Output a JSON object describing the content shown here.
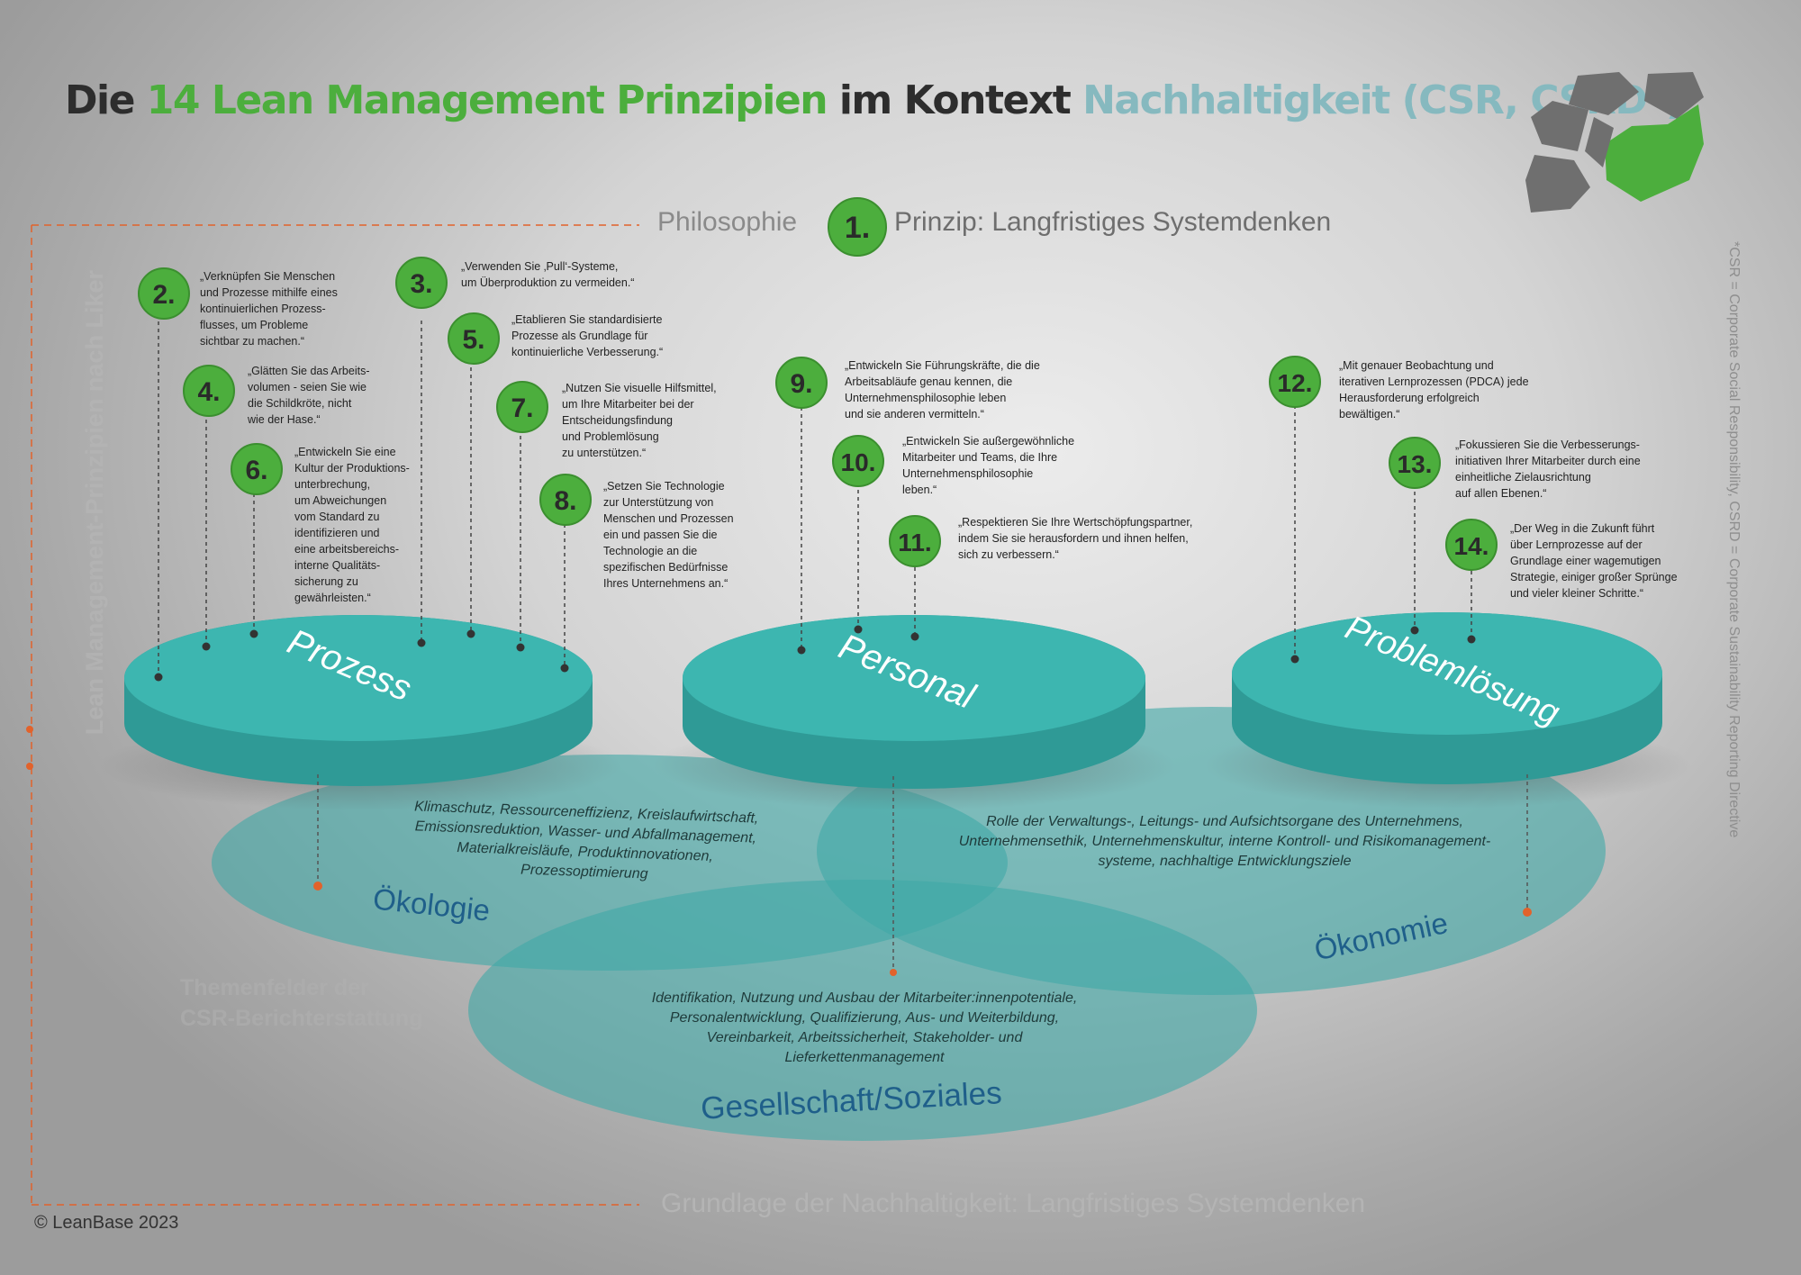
{
  "title": {
    "part1": "Die ",
    "part2": "14 Lean Management Prinzipien",
    "part3": " im Kontext ",
    "part4": "Nachhaltigkeit (CSR, CSRD*)"
  },
  "philosophy_label": "Philosophie",
  "principle1": {
    "number": "1.",
    "text": "Prinzip: Langfristiges Systemdenken"
  },
  "foundation_label": "Grundlage der Nachhaltigkeit: Langfristiges Systemdenken",
  "copyright": "© LeanBase 2023",
  "footnote": "*CSR = Corporate Social Responsibility, CSRD = Corporate Sustainability Reporting Directive",
  "side_label": "Lean Management-Prinzipien nach Liker",
  "theme_label": "Themenfelder der\nCSR-Berichterstattung",
  "platforms": [
    {
      "label": "Prozess"
    },
    {
      "label": "Personal"
    },
    {
      "label": "Problemlösung"
    }
  ],
  "themes": [
    {
      "label": "Ökologie",
      "text": "Klimaschutz, Ressourceneffizienz, Kreislaufwirtschaft,\nEmissionsreduktion, Wasser- und Abfallmanagement,\nMaterialkreisläufe, Produktinnovationen,\nProzessoptimierung"
    },
    {
      "label": "Gesellschaft/Soziales",
      "text": "Identifikation, Nutzung und Ausbau der Mitarbeiter:innenpotentiale,\nPersonalentwicklung, Qualifizierung, Aus- und Weiterbildung,\nVereinbarkeit, Arbeitssicherheit, Stakeholder- und\nLieferkettenmanagement"
    },
    {
      "label": "Ökonomie",
      "text": "Rolle der Verwaltungs-, Leitungs- und Aufsichtsorgane des Unternehmens,\nUnternehmensethik, Unternehmenskultur, interne Kontroll- und Risikomanagement-\nsysteme, nachhaltige Entwicklungsziele"
    }
  ],
  "principles": [
    {
      "number": "2.",
      "text": "„Verknüpfen Sie Menschen\nund Prozesse mithilfe eines\nkontinuierlichen Prozess-\nflusses, um Probleme\nsichtbar zu machen.“"
    },
    {
      "number": "3.",
      "text": "„Verwenden Sie ‚Pull‘-Systeme,\num Überproduktion zu vermeiden.“"
    },
    {
      "number": "4.",
      "text": "„Glätten Sie das Arbeits-\nvolumen - seien Sie wie\ndie Schildkröte, nicht\nwie der Hase.“"
    },
    {
      "number": "5.",
      "text": "„Etablieren Sie standardisierte\nProzesse als Grundlage für\nkontinuierliche Verbesserung.“"
    },
    {
      "number": "6.",
      "text": "„Entwickeln Sie eine\nKultur der Produktions-\nunterbrechung,\num Abweichungen\nvom Standard zu\nidentifizieren und\neine arbeitsbereichs-\ninterne Qualitäts-\nsicherung zu\ngewährleisten.“"
    },
    {
      "number": "7.",
      "text": "„Nutzen Sie visuelle Hilfsmittel,\num Ihre Mitarbeiter bei der\nEntscheidungsfindung\nund Problemlösung\nzu unterstützen.“"
    },
    {
      "number": "8.",
      "text": "„Setzen Sie Technologie\nzur Unterstützung von\nMenschen und Prozessen\nein und passen Sie die\nTechnologie an die\nspezifischen Bedürfnisse\nIhres Unternehmens an.“"
    },
    {
      "number": "9.",
      "text": "„Entwickeln Sie Führungskräfte, die die\nArbeitsabläufe genau kennen, die\nUnternehmensphilosophie leben\nund sie anderen vermitteln.“"
    },
    {
      "number": "10.",
      "text": "„Entwickeln Sie außergewöhnliche\nMitarbeiter und Teams, die Ihre\nUnternehmensphilosophie\nleben.“"
    },
    {
      "number": "11.",
      "text": "„Respektieren Sie Ihre Wertschöpfungspartner,\nindem Sie sie herausfordern und ihnen helfen,\nsich zu verbessern.“"
    },
    {
      "number": "12.",
      "text": "„Mit genauer Beobachtung und\niterativen Lernprozessen (PDCA) jede\nHerausforderung erfolgreich\nbewältigen.“"
    },
    {
      "number": "13.",
      "text": "„Fokussieren Sie die Verbesserungs-\ninitiativen Ihrer Mitarbeiter durch eine\neinheitliche Zielausrichtung\nauf allen Ebenen.“"
    },
    {
      "number": "14.",
      "text": "„Der Weg in die Zukunft führt\nüber Lernprozesse auf der\nGrundlage einer wagemutigen\nStrategie, einiger großer Sprünge\nund vieler kleiner Schritte.“"
    }
  ],
  "colors": {
    "green": "#4cae3d",
    "teal": "#3fa9a6",
    "title_teal": "#86b9bf",
    "orange": "#e2622b",
    "dark": "#2d2d2d"
  }
}
